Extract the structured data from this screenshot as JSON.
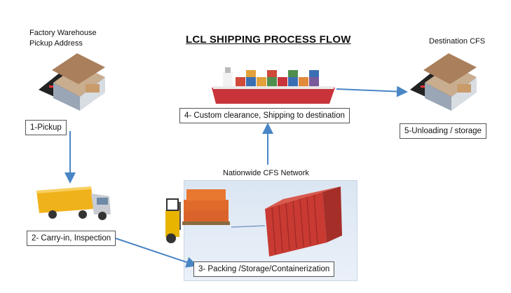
{
  "title": "LCL SHIPPING PROCESS FLOW",
  "captions": {
    "origin_line1": "Factory Warehouse",
    "origin_line2": "Pickup Address",
    "destination": "Destination CFS",
    "network": "Nationwide CFS Network"
  },
  "steps": [
    {
      "label": "1-Pickup"
    },
    {
      "label": "2- Carry-in, Inspection"
    },
    {
      "label": "3- Packing /Storage/Containerization"
    },
    {
      "label": "4- Custom clearance, Shipping to destination"
    },
    {
      "label": "5-Unloading / storage"
    }
  ],
  "colors": {
    "arrow": "#4a86c5",
    "ship_hull": "#c8343a",
    "truck": "#f0b21a",
    "container": "#c83a32",
    "forklift": "#e8b400",
    "pallet_boxes": "#e06a2c",
    "warehouse_roof": "#b08a6a"
  }
}
